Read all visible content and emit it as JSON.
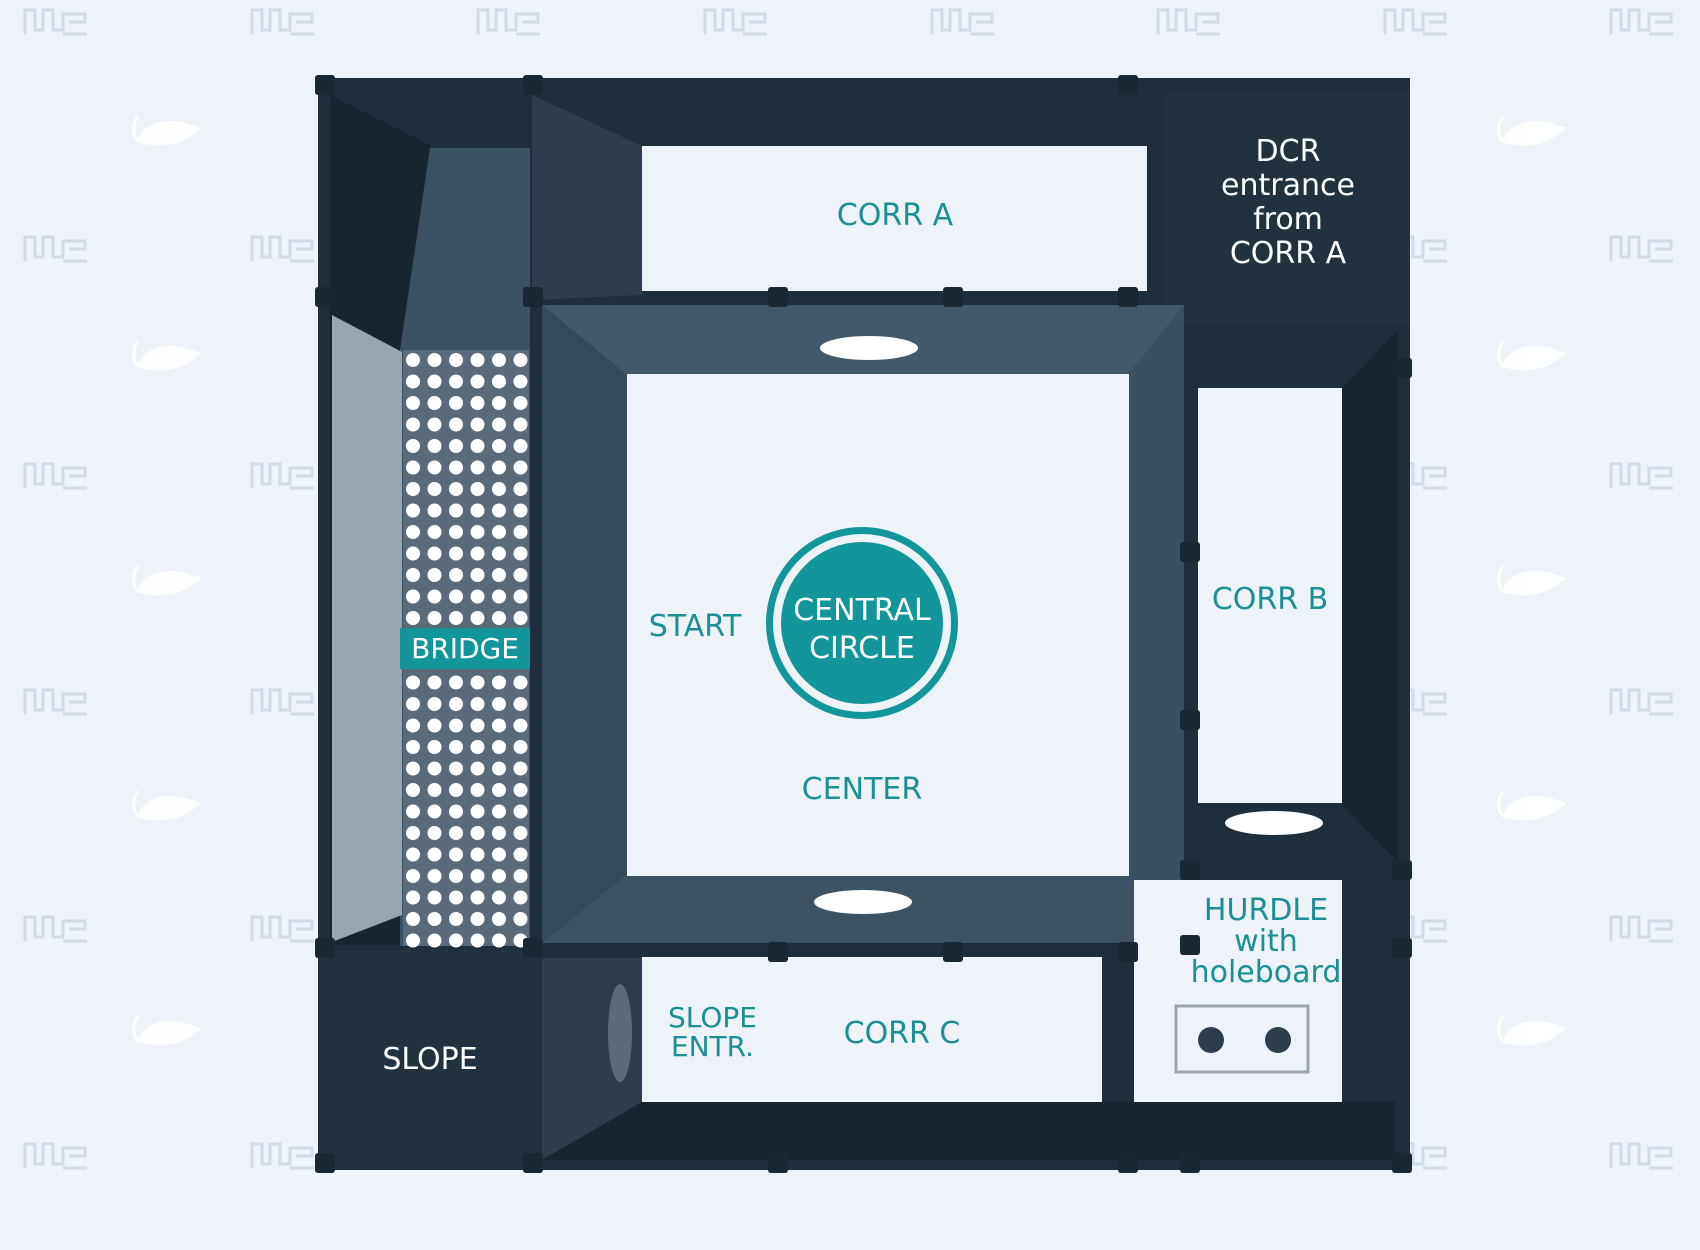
{
  "colors": {
    "background": "#edf3f9",
    "wall_dark": "#1f2e3b",
    "wall_mid": "#2c3d4c",
    "platform": "#3a5060",
    "floor": "#edf3f9",
    "accent_teal": "#12959b",
    "bridge_grid": "#5b6a78",
    "slope_light": "#9aa5ae",
    "label_white": "#ffffff"
  },
  "watermark": {
    "logo_icon": "maze-engineers-logo-icon",
    "mouse_icon": "mouse-icon"
  },
  "labels": {
    "corr_a": "CORR A",
    "dcr": [
      "DCR",
      "entrance",
      "from",
      "CORR A"
    ],
    "start": "START",
    "central_circle": [
      "CENTRAL",
      "CIRCLE"
    ],
    "center": "CENTER",
    "corr_b": "CORR B",
    "bridge": "BRIDGE",
    "hurdle": [
      "HURDLE",
      "with",
      "holeboard"
    ],
    "slope_entr": [
      "SLOPE",
      "ENTR."
    ],
    "corr_c": "CORR C",
    "slope": "SLOPE"
  }
}
